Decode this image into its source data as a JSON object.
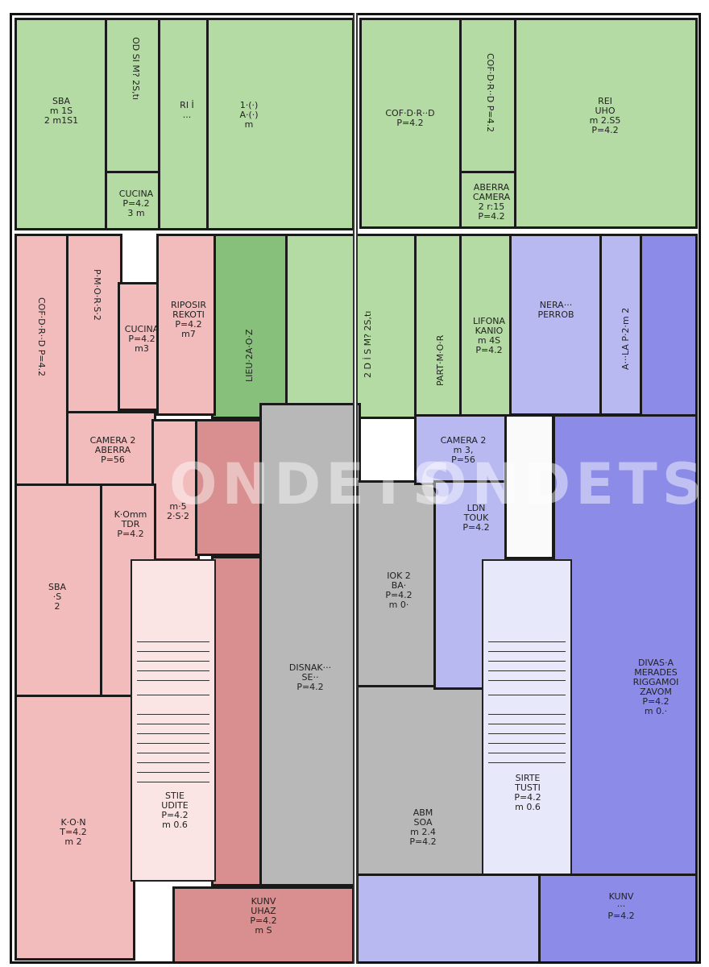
{
  "plan": {
    "rooms": {
      "g1": {
        "label": "SBA\nm 1S\n2 m1S1",
        "color": "#b5dba4"
      },
      "g2": {
        "label": "OD SI M? 2S,tı",
        "color": "#b5dba4"
      },
      "g3": {
        "label": "CUCINA\nP=4.2\n3 m",
        "color": "#b5dba4"
      },
      "g4": {
        "label": "RI İ\n... ",
        "color": "#b5dba4"
      },
      "g5": {
        "label": "1·(·)\nA·(·)\nm",
        "color": "#b5dba4"
      },
      "g6": {
        "label": "COF·D·R··D\nP=4.2",
        "color": "#b5dba4"
      },
      "g7": {
        "label": "REI\nUHO\nm 2.S5\nP=4.2",
        "color": "#b5dba4"
      },
      "g8": {
        "label": "ABERRA\nCAMERA\n2 r:15\nP=4.2",
        "color": "#b5dba4"
      },
      "g9": {
        "label": "2 D İ S M? 2S,tı",
        "color": "#b5dba4"
      },
      "g10": {
        "label": "PART·M·O·R",
        "color": "#b5dba4"
      },
      "g11": {
        "label": "LIFONA\nKANIO\nm 4S\nP=4.2",
        "color": "#b5dba4"
      },
      "dg1": {
        "label": "LIEU·2A·O·Z",
        "color": "#86c07a"
      },
      "p1": {
        "label": "COF·D·R··D\nP=4.2",
        "color": "#f2bcbc"
      },
      "p2": {
        "label": "P·M·O·R·S·2",
        "color": "#f2bcbc"
      },
      "p3": {
        "label": "CUCINA\nP=4.2\nm3",
        "color": "#f2bcbc"
      },
      "p4": {
        "label": "RIPOSIR\nREKOTI\nP=4.2\nm7",
        "color": "#f2bcbc"
      },
      "p5": {
        "label": "CAMERA 2\nABERRA\nP=56",
        "color": "#f2bcbc"
      },
      "p6": {
        "label": "K·Omm\nTDR\nP=4.2",
        "color": "#f2bcbc"
      },
      "p7": {
        "label": "m·5\n2·S·2",
        "color": "#f2bcbc"
      },
      "p8": {
        "label": "SBA\n·S\n2",
        "color": "#f2bcbc"
      },
      "p9": {
        "label": "K·O·N\nT=4.2\nm 2",
        "color": "#f2bcbc"
      },
      "p10": {
        "label": "STIE\nUDITE\nP=4.2\nm 0.6",
        "color": "#f2bcbc"
      },
      "dp1": {
        "label": "",
        "color": "#d98f8f"
      },
      "dp2": {
        "label": "KUNV\nUHAZ\nP=4.2\nm S",
        "color": "#d98f8f"
      },
      "gr1": {
        "label": "DISNAK···\nSE··\nP=4.2",
        "color": "#b8b8b8"
      },
      "gr2": {
        "label": "IOK 2\nBA·\nP=4.2\nm 0·",
        "color": "#b8b8b8"
      },
      "gr3": {
        "label": "ABM\nSOA\nm 2.4\nP=4.2",
        "color": "#b8b8b8"
      },
      "b1": {
        "label": "NERA···\nPERROB",
        "color": "#b9b9f2"
      },
      "b2": {
        "label": "A···LA\nP·2·m 2",
        "color": "#b9b9f2"
      },
      "b3": {
        "label": "CAMERA 2\nm 3,\nP=56",
        "color": "#b9b9f2"
      },
      "b4": {
        "label": "LDN\nTOUK\nP=4.2",
        "color": "#b9b9f2"
      },
      "b5": {
        "label": "SIRTE\nTUSTI\nP=4.2\nm 0.6",
        "color": "#b9b9f2"
      },
      "db1": {
        "label": "DIVAS·A\nMERADES\nRIGGAMOI\nZAVOM\nP=4.2\nm 0.·",
        "color": "#8c8ce8"
      },
      "db2": {
        "label": "",
        "color": "#8c8ce8"
      },
      "db3": {
        "label": "KUNV\n···\nP=4.2",
        "color": "#8c8ce8"
      }
    },
    "watermark": "ONDETS"
  }
}
